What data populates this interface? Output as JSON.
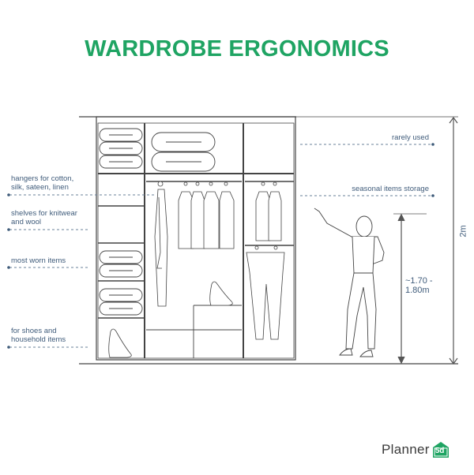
{
  "title": "WARDROBE ERGONOMICS",
  "colors": {
    "title": "#1fa463",
    "label": "#3f5b7a",
    "line": "#444444",
    "brand": "#1fa463"
  },
  "left_labels": [
    {
      "text_line1": "hangers for cotton,",
      "text_line2": "silk, sateen, linen"
    },
    {
      "text_line1": "shelves for knitwear",
      "text_line2": "and wool"
    },
    {
      "text_line1": "most worn items",
      "text_line2": ""
    },
    {
      "text_line1": "for shoes and",
      "text_line2": "household items"
    }
  ],
  "right_labels": [
    {
      "text": "rarely used"
    },
    {
      "text": "seasonal items storage"
    }
  ],
  "dimensions": {
    "reach_height_line1": "~1.70 -",
    "reach_height_line2": "1.80m",
    "total_height": "2m"
  },
  "brand": {
    "name": "Planner",
    "badge": "5d"
  }
}
